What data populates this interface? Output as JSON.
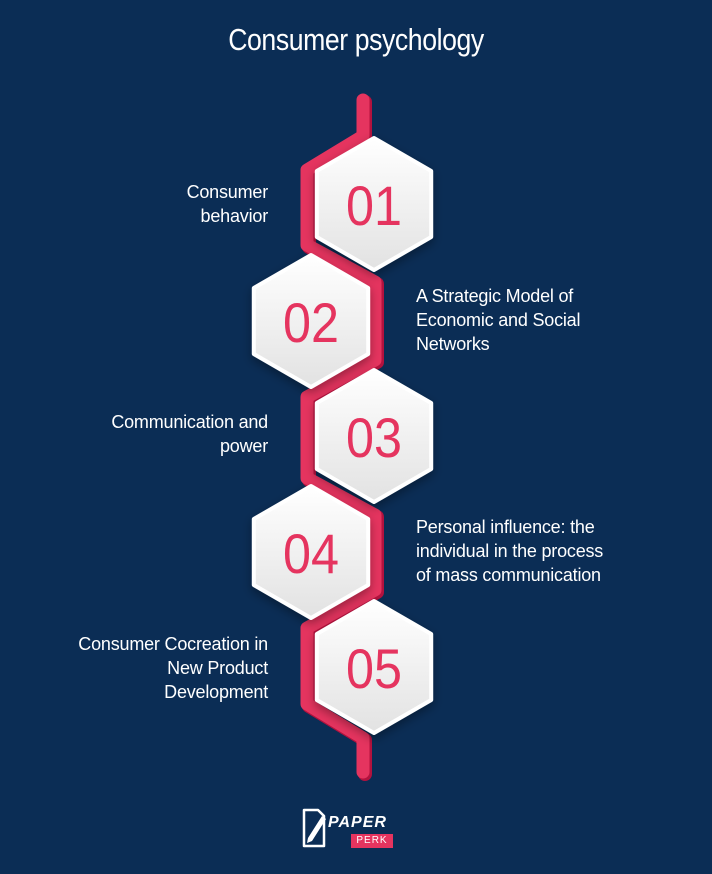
{
  "title": "Consumer psychology",
  "colors": {
    "background": "#0b2d55",
    "accent": "#e5345f",
    "hexagon": "#f1f1f1",
    "number": "#e5345f"
  },
  "steps": [
    {
      "number": "01",
      "lines": [
        "Consumer",
        "behavior"
      ],
      "side": "left"
    },
    {
      "number": "02",
      "lines": [
        "A Strategic Model of",
        "Economic and Social",
        "Networks"
      ],
      "side": "right"
    },
    {
      "number": "03",
      "lines": [
        "Communication and",
        "power"
      ],
      "side": "left"
    },
    {
      "number": "04",
      "lines": [
        "Personal influence: the",
        "individual in the process",
        "of mass communication"
      ],
      "side": "right"
    },
    {
      "number": "05",
      "lines": [
        "Consumer Cocreation in",
        "New Product",
        "Development"
      ],
      "side": "left"
    }
  ],
  "logo": {
    "word1": "PAPER",
    "word2": "PERK",
    "icon": "pen-paper-icon"
  }
}
